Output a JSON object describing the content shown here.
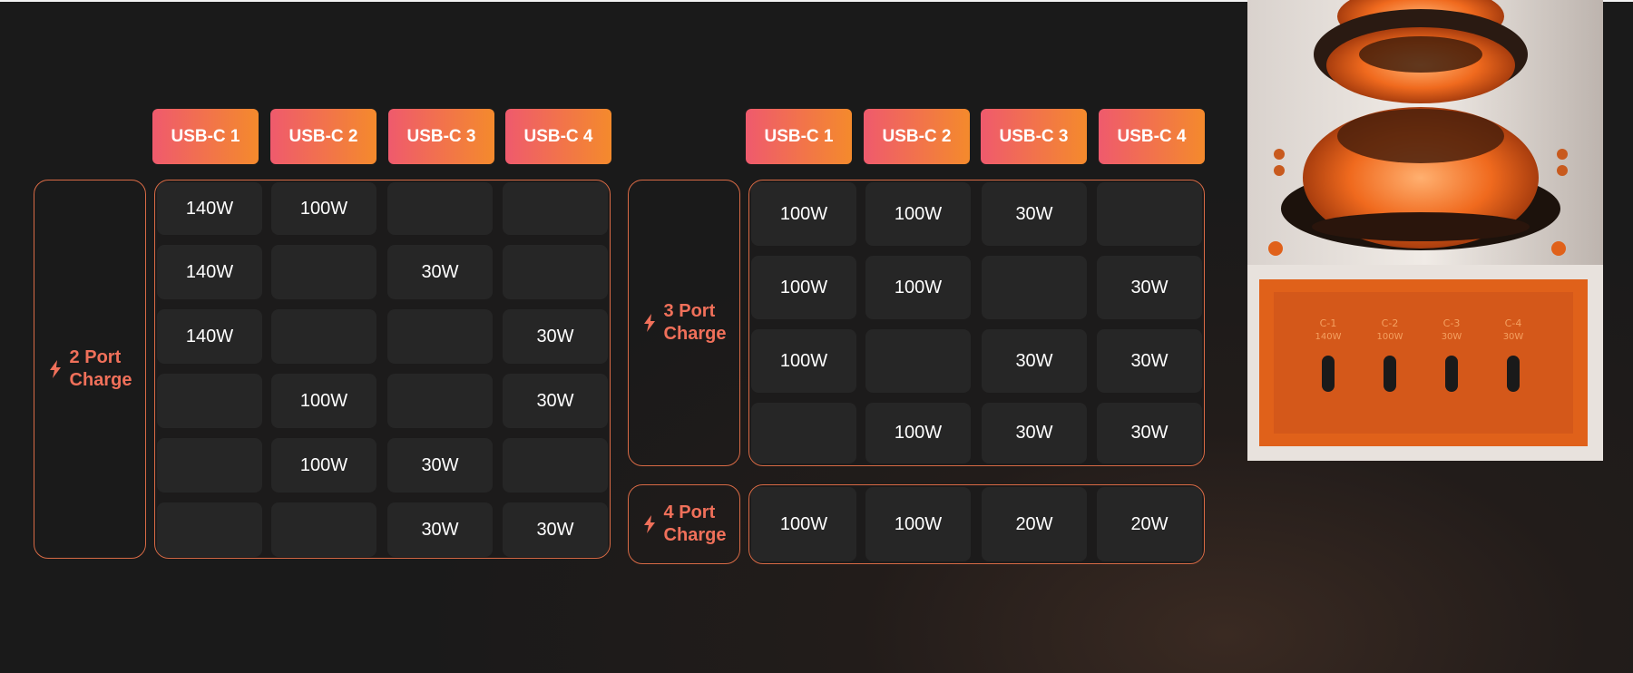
{
  "left_table": {
    "ports": [
      "USB-C 1",
      "USB-C 2",
      "USB-C 3",
      "USB-C 4"
    ],
    "label": {
      "line1": "2 Port",
      "line2": "Charge"
    },
    "rows": [
      [
        "140W",
        "100W",
        "",
        ""
      ],
      [
        "140W",
        "",
        "30W",
        ""
      ],
      [
        "140W",
        "",
        "",
        "30W"
      ],
      [
        "",
        "100W",
        "",
        "30W"
      ],
      [
        "",
        "100W",
        "30W",
        ""
      ],
      [
        "",
        "",
        "30W",
        "30W"
      ]
    ]
  },
  "right_table": {
    "ports": [
      "USB-C 1",
      "USB-C 2",
      "USB-C 3",
      "USB-C 4"
    ],
    "label3": {
      "line1": "3 Port",
      "line2": "Charge"
    },
    "rows3": [
      [
        "100W",
        "100W",
        "30W",
        ""
      ],
      [
        "100W",
        "100W",
        "",
        "30W"
      ],
      [
        "100W",
        "",
        "30W",
        "30W"
      ],
      [
        "",
        "100W",
        "30W",
        "30W"
      ]
    ],
    "label4": {
      "line1": "4 Port",
      "line2": "Charge"
    },
    "rows4": [
      [
        "100W",
        "100W",
        "20W",
        "20W"
      ]
    ]
  },
  "product_image": {
    "port_labels": [
      "C-1",
      "C-2",
      "C-3",
      "C-4"
    ],
    "port_watts": [
      "140W",
      "100W",
      "30W",
      "30W"
    ]
  },
  "colors": {
    "accent": "#f0705a",
    "header_gradient_start": "#ef5a6d",
    "header_gradient_end": "#f48a2c",
    "cell_bg": "#262626",
    "device_orange": "#e0611a"
  }
}
